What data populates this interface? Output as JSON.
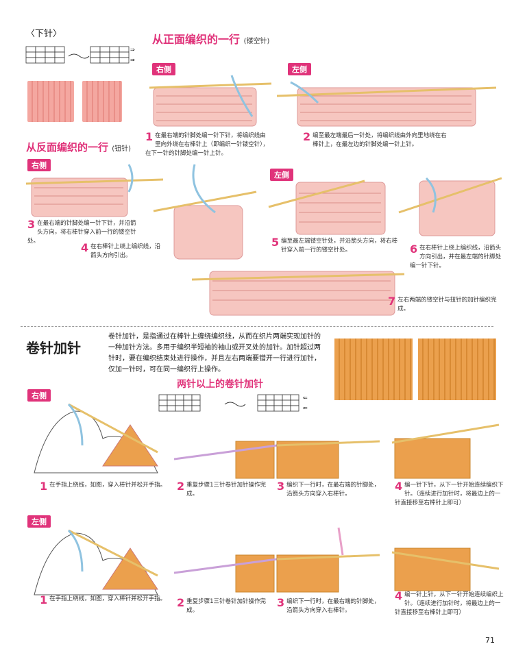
{
  "top": {
    "chart_title": "〈下针〉",
    "front_title": "从正面编织的一行",
    "front_sub": "(镂空针)",
    "back_title": "从反面编织的一行",
    "back_sub": "(钮针)"
  },
  "tags": {
    "right": "右侧",
    "left": "左侧"
  },
  "steps_top": [
    {
      "n": "1",
      "text": "在最右端的针脚处编一针下针，将编织线由里向外绕在右棒针上（即编织一针镂空针），在下一针的针脚处编一针上针。"
    },
    {
      "n": "2",
      "text": "编至最左端最后一针处，将编织线由外向里地绕在右棒针上，在最左边的针脚处编一针上针。"
    },
    {
      "n": "3",
      "text": "在最右端的针脚处编一针下针，并沿箭头方向，将右棒针穿入前一行的镂空针处。"
    },
    {
      "n": "4",
      "text": "在右棒针上绕上编织线，沿箭头方向引出。"
    },
    {
      "n": "5",
      "text": "编至最左端镂空针处，并沿箭头方向，将右棒针穿入前一行的镂空针处。"
    },
    {
      "n": "6",
      "text": "在右棒针上绕上编织线，沿箭头方向引出，并在最左端的针脚处编一针下针。"
    },
    {
      "n": "7",
      "text": "左右两端的镂空针与扭针的加针编织完成。"
    }
  ],
  "section2": {
    "title": "卷针加针",
    "intro": "卷针加针，是指通过在棒针上缠绕编织线，从而在织片两端实现加针的一种加针方法。多用于编织半短袖的袖山或开叉处的加针。加针超过两针时，要在编织结束处进行操作，并且左右两端要错开一行进行加针，仅加一针时，可在同一编织行上操作。",
    "subtitle": "两针以上的卷针加针"
  },
  "steps_right": [
    {
      "n": "1",
      "text": "在手指上绕线，如图，穿入棒针并松开手指。"
    },
    {
      "n": "2",
      "text": "重复步骤1三针卷针加针操作完成。"
    },
    {
      "n": "3",
      "text": "编织下一行时，在最右端的针脚处，沿箭头方向穿入右棒针。"
    },
    {
      "n": "4",
      "text": "编一针下针，从下一针开始连续编织下针。（连续进行加针时，将最边上的一针直接移至右棒针上即可）"
    }
  ],
  "steps_left": [
    {
      "n": "1",
      "text": "在手指上绕线，如图，穿入棒针并松开手指。"
    },
    {
      "n": "2",
      "text": "重复步骤1三针卷针加针操作完成。"
    },
    {
      "n": "3",
      "text": "编织下一行时，在最右端的针脚处，沿箭头方向穿入右棒针。"
    },
    {
      "n": "4",
      "text": "编一针上针，从下一针开始连续编织上针。（连续进行加针时，将最边上的一针直接移至右棒针上即可）"
    }
  ],
  "page_number": "71",
  "colors": {
    "accent": "#e0337a",
    "yarn_pink": "#f2b5b0",
    "yarn_orange": "#e8a04a",
    "yarn_blue": "#8fc3e0"
  }
}
